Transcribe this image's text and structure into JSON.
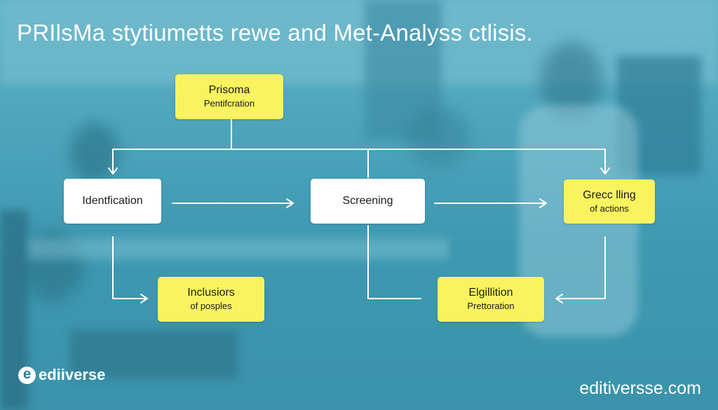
{
  "title": "PRIlsMa stytiumetts rewe and Met-Analyss ctlisis.",
  "nodes": {
    "prisoma": {
      "line1": "Prisoma",
      "line2": "Pentifcration"
    },
    "identification": {
      "line1": "Identfication"
    },
    "screening": {
      "line1": "Screening"
    },
    "grecc": {
      "line1": "Grecc lling",
      "line2": "of actions"
    },
    "inclusions": {
      "line1": "Inclusiors",
      "line2": "of posples"
    },
    "eligillition": {
      "line1": "Elgillition",
      "line2": "Prettoration"
    }
  },
  "footer": {
    "logo_mark": "e",
    "logo_text": "ediiverse",
    "url": "editiversse.com"
  },
  "colors": {
    "background": "#3f9bb3",
    "box_yellow": "#f8f35f",
    "box_white": "#ffffff",
    "lines": "#ffffff"
  }
}
